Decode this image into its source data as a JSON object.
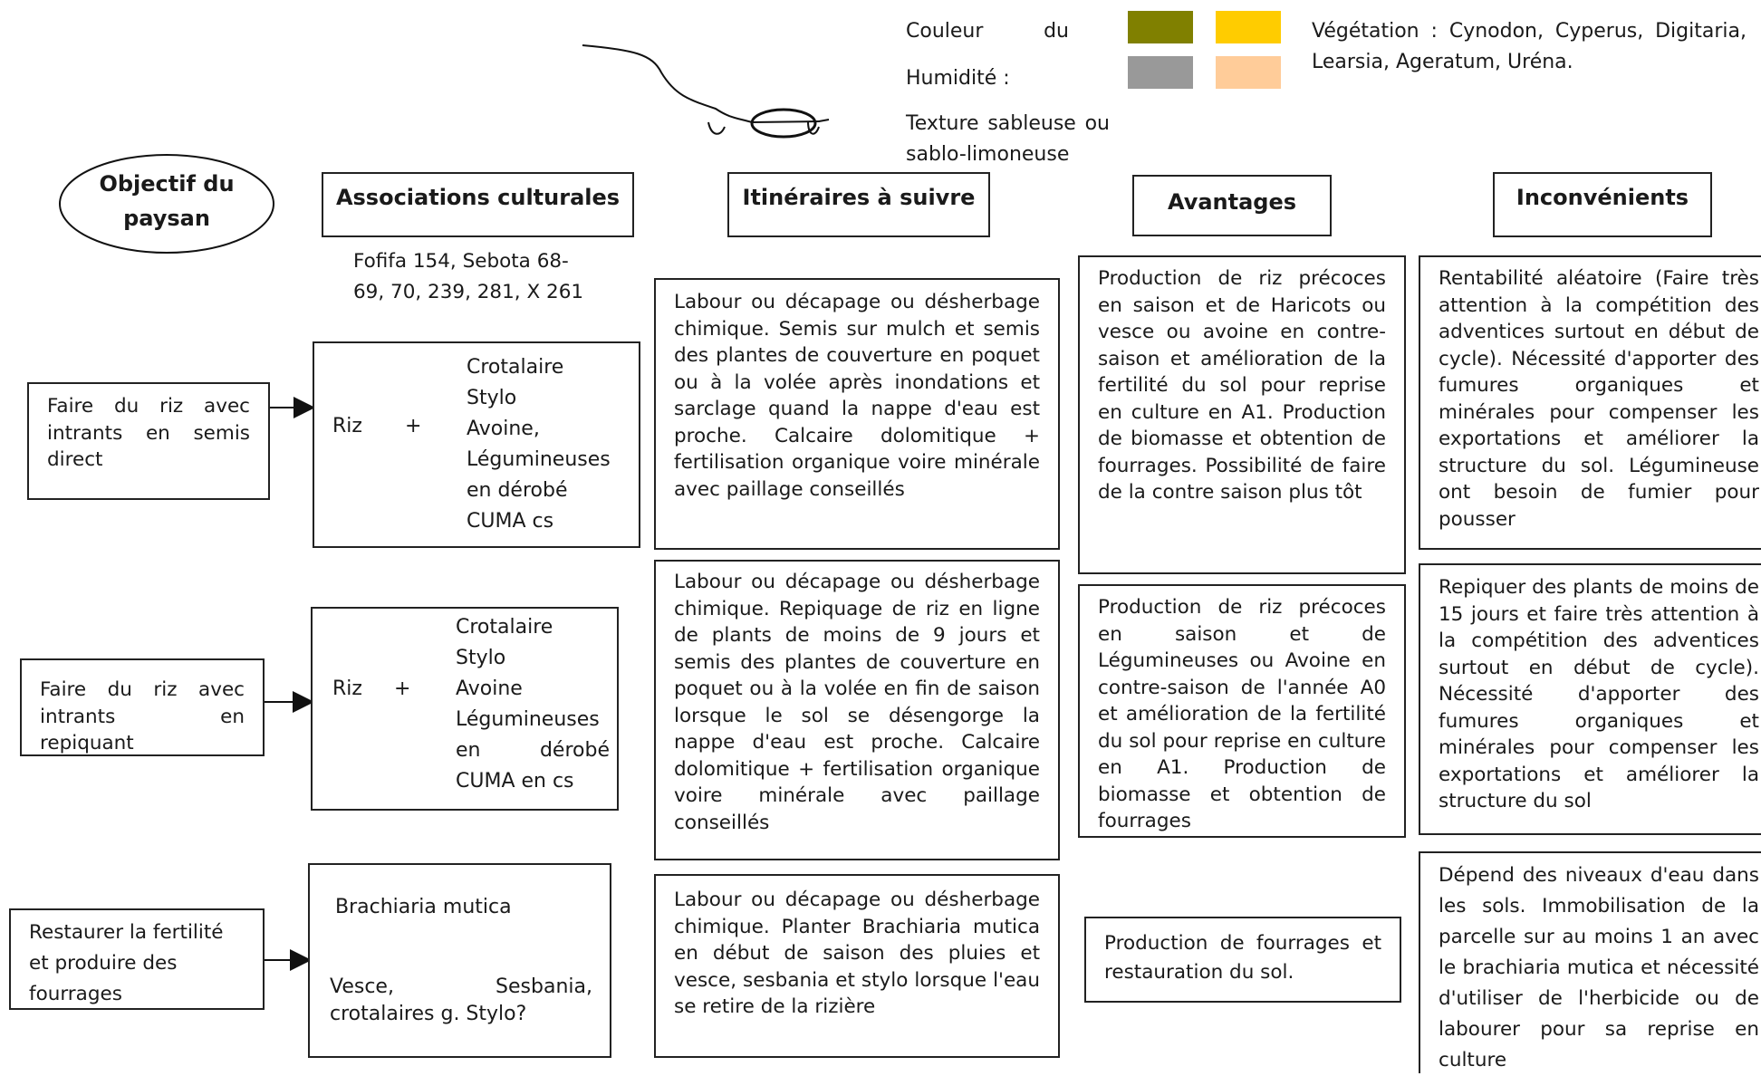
{
  "legend": {
    "couleur_label": "Couleur du",
    "humidite_label": "Humidité :",
    "texture_label": "Texture sableuse ou sablo-limoneuse",
    "vegetation_text": "Végétation : Cynodon, Cyperus, Digitaria, Learsia, Ageratum, Uréna.",
    "swatch_colors": [
      "#808000",
      "#ffcc00",
      "#999999",
      "#ffcc99"
    ]
  },
  "headers": {
    "objectif": "Objectif du paysan",
    "associations": "Associations culturales",
    "itineraires": "Itinéraires à suivre",
    "avantages": "Avantages",
    "inconvenients": "Inconvénients"
  },
  "varieties_note": "Fofifa 154, Sebota 68-69, 70, 239, 281, X 261",
  "rows": [
    {
      "objective": "Faire du riz avec intrants en semis direct",
      "assoc_crop": "Riz",
      "assoc_plus": "+",
      "assoc_items": [
        "Crotalaire",
        "Stylo",
        "Avoine,",
        "Légumineuses",
        "en dérobé",
        "CUMA cs"
      ],
      "itinerary": "Labour ou décapage ou désherbage chimique. Semis sur mulch et semis des plantes de couverture en poquet ou à la volée après inondations et sarclage quand la nappe d'eau est proche. Calcaire dolomitique + fertilisation organique voire minérale avec paillage conseillés",
      "advantages": "Production de riz précoces en saison et de Haricots ou vesce ou avoine en contre-saison et amélioration de la fertilité du sol pour reprise en culture en A1. Production de biomasse et obtention de fourrages. Possibilité de faire de la contre saison plus tôt",
      "disadvantages": "Rentabilité aléatoire (Faire très attention à la compétition des adventices surtout en début de cycle). Nécessité d'apporter des fumures organiques et minérales pour compenser les exportations et améliorer la structure du sol. Légumineuse ont besoin de fumier pour pousser"
    },
    {
      "objective": "Faire du riz avec intrants en repiquant",
      "assoc_crop": "Riz",
      "assoc_plus": "+",
      "assoc_items": [
        "Crotalaire",
        "Stylo",
        "Avoine",
        "Légumineuses",
        "en dérobé",
        "CUMA en cs"
      ],
      "itinerary": "Labour ou décapage ou désherbage chimique. Repiquage de riz en ligne de plants de moins de 9 jours et semis des plantes de couverture en poquet ou à la volée en fin de saison lorsque le sol se désengorge la nappe d'eau est proche. Calcaire dolomitique + fertilisation organique voire minérale avec paillage conseillés",
      "advantages": "Production de riz précoces en saison et de Légumineuses ou Avoine en contre-saison de l'année A0 et amélioration de la fertilité du sol pour reprise en culture en A1. Production de biomasse et obtention de fourrages",
      "disadvantages": "Repiquer des plants de moins de 15 jours et faire très attention à la compétition des adventices surtout en début de cycle). Nécessité d'apporter des fumures organiques et minérales pour compenser les exportations et améliorer la structure du sol"
    },
    {
      "objective": "Restaurer la fertilité et produire des fourrages",
      "assoc_line1": "Brachiaria mutica",
      "assoc_line2": "Vesce, Sesbania, crotalaires g. Stylo?",
      "itinerary": "Labour ou décapage ou désherbage chimique. Planter Brachiaria mutica en début de saison des pluies et vesce, sesbania et stylo lorsque l'eau se retire de la rizière",
      "advantages": "Production de fourrages et restauration du sol.",
      "disadvantages": "Dépend des niveaux d'eau dans les sols. Immobilisation de la parcelle sur au moins 1 an avec le brachiaria mutica et nécessité d'utiliser de l'herbicide ou de labourer pour sa reprise en culture"
    }
  ]
}
